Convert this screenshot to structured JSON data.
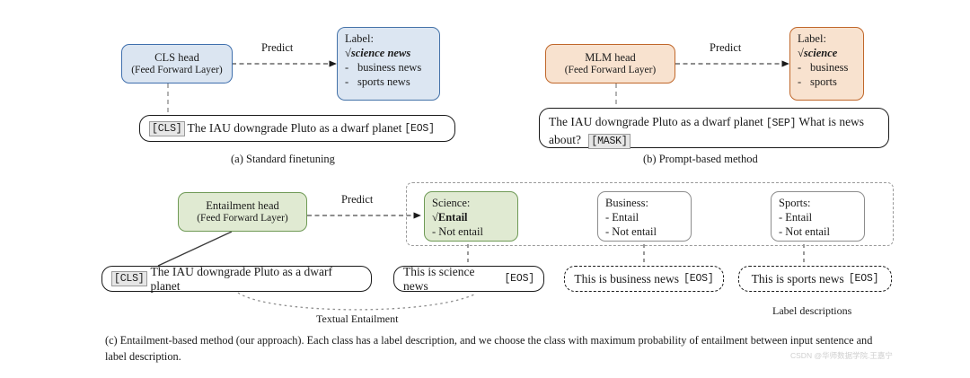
{
  "figure": {
    "panels": [
      {
        "id": "a",
        "caption": "(a) Standard finetuning",
        "head": {
          "line1": "CLS head",
          "line2": "(Feed Forward Layer)",
          "color": "#dbe5f1",
          "border": "#3f6fad"
        },
        "arrow_label": "Predict",
        "label_box": {
          "title": "Label:",
          "selected": "science news",
          "check": "√",
          "options": [
            "business news",
            "sports news"
          ],
          "color": "#dce6f2",
          "border": "#4472a8"
        },
        "sentence": {
          "prefix_token": "[CLS]",
          "text": "The IAU downgrade Pluto as a dwarf planet",
          "suffix_token": "[EOS]"
        }
      },
      {
        "id": "b",
        "caption": "(b) Prompt-based method",
        "head": {
          "line1": "MLM head",
          "line2": "(Feed Forward Layer)",
          "color": "#f8e2cf",
          "border": "#c0672a"
        },
        "arrow_label": "Predict",
        "label_box": {
          "title": "Label:",
          "selected": "science",
          "check": "√",
          "options": [
            "business",
            "sports"
          ],
          "color": "#f8e2cf",
          "border": "#c0672a"
        },
        "sentence": {
          "text_a": "The IAU downgrade Pluto as a dwarf planet",
          "sep_token": "[SEP]",
          "text_b": "What is news about?",
          "mask_token": "[MASK]"
        }
      },
      {
        "id": "c",
        "caption": "(c) Entailment-based method (our approach). Each class has a label description, and we choose the class with maximum probability of entailment between input sentence and label description.",
        "head": {
          "line1": "Entailment head",
          "line2": "(Feed Forward Layer)",
          "color": "#e0ead2",
          "border": "#6f9a56"
        },
        "arrow_label": "Predict",
        "class_boxes": [
          {
            "title": "Science:",
            "check": "√",
            "selected": "Entail",
            "other": "- Not entail",
            "color": "#e0ead2",
            "border": "#6f9a56",
            "highlighted": true
          },
          {
            "title": "Business:",
            "check": "",
            "selected": "- Entail",
            "other": "- Not entail",
            "color": "#ffffff",
            "border": "#8d8d8d",
            "highlighted": false
          },
          {
            "title": "Sports:",
            "check": "",
            "selected": "- Entail",
            "other": "- Not entail",
            "color": "#ffffff",
            "border": "#8d8d8d",
            "highlighted": false
          }
        ],
        "input_sentence": {
          "prefix_token": "[CLS]",
          "text": "The IAU downgrade Pluto as a dwarf planet"
        },
        "hypotheses": [
          {
            "text": "This is science news",
            "token": "[EOS]",
            "dashed": false
          },
          {
            "text": "This is business news",
            "token": "[EOS]",
            "dashed": true
          },
          {
            "text": "This is sports news",
            "token": "[EOS]",
            "dashed": true
          }
        ],
        "entailment_label": "Textual Entailment",
        "label_descriptions_label": "Label descriptions"
      }
    ],
    "watermark": "CSDN @华师数据学院.王嘉宁"
  }
}
